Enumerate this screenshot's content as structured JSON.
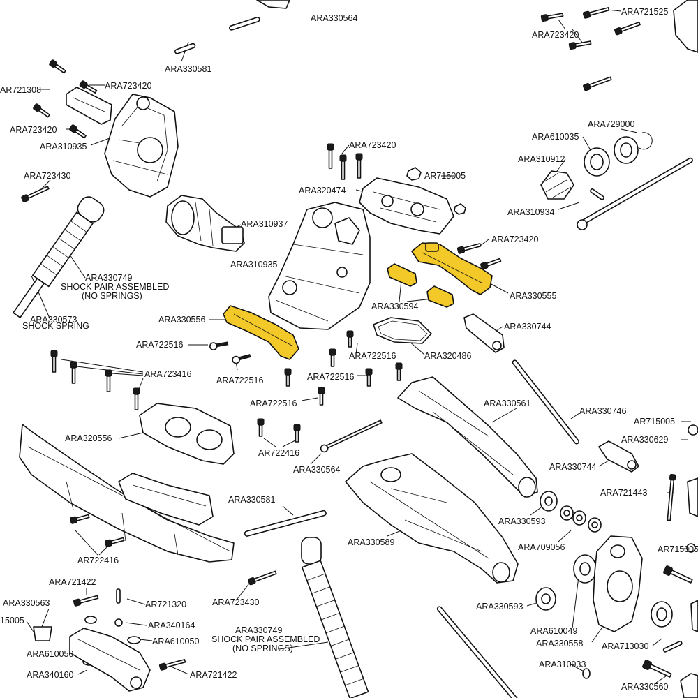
{
  "colors": {
    "highlight": "#f3c92a",
    "ink": "#111111"
  },
  "labels": [
    {
      "id": "l1",
      "text": "ARA330564"
    },
    {
      "id": "l2",
      "text": "ARA721525"
    },
    {
      "id": "l3",
      "text": "ARA723420"
    },
    {
      "id": "l4",
      "text": "ARA330581"
    },
    {
      "id": "l5",
      "text": "AR721308"
    },
    {
      "id": "l6",
      "text": "ARA723420"
    },
    {
      "id": "l7",
      "text": "ARA723420"
    },
    {
      "id": "l8",
      "text": "ARA310935"
    },
    {
      "id": "l9",
      "text": "ARA723430"
    },
    {
      "id": "l10",
      "text": "ARA723420"
    },
    {
      "id": "l11",
      "text": "ARA729000"
    },
    {
      "id": "l12",
      "text": "ARA610035"
    },
    {
      "id": "l13",
      "text": "ARA310912"
    },
    {
      "id": "l14",
      "text": "AR715005"
    },
    {
      "id": "l15",
      "text": "ARA320474"
    },
    {
      "id": "l16",
      "text": "ARA310934"
    },
    {
      "id": "l17",
      "text": "ARA310937"
    },
    {
      "id": "l18",
      "text": "ARA723420"
    },
    {
      "id": "l19",
      "text": "ARA310935"
    },
    {
      "id": "l20",
      "text": "ARA330749"
    },
    {
      "id": "l21",
      "text": "SHOCK PAIR ASSEMBLED"
    },
    {
      "id": "l22",
      "text": "(NO SPRINGS)"
    },
    {
      "id": "l23",
      "text": "ARA330555"
    },
    {
      "id": "l24",
      "text": "ARA330594"
    },
    {
      "id": "l25",
      "text": "ARA330573"
    },
    {
      "id": "l26",
      "text": "SHOCK SPRING"
    },
    {
      "id": "l27",
      "text": "ARA330556"
    },
    {
      "id": "l28",
      "text": "ARA330744"
    },
    {
      "id": "l29",
      "text": "ARA722516"
    },
    {
      "id": "l30",
      "text": "ARA722516"
    },
    {
      "id": "l31",
      "text": "ARA320486"
    },
    {
      "id": "l32",
      "text": "ARA723416"
    },
    {
      "id": "l33",
      "text": "ARA722516"
    },
    {
      "id": "l34",
      "text": "ARA722516"
    },
    {
      "id": "l35",
      "text": "ARA722516"
    },
    {
      "id": "l36",
      "text": "ARA330561"
    },
    {
      "id": "l37",
      "text": "ARA330746"
    },
    {
      "id": "l38",
      "text": "AR715005"
    },
    {
      "id": "l39",
      "text": "ARA320556"
    },
    {
      "id": "l40",
      "text": "ARA330629"
    },
    {
      "id": "l41",
      "text": "AR722416"
    },
    {
      "id": "l42",
      "text": "ARA330744"
    },
    {
      "id": "l43",
      "text": "ARA330564"
    },
    {
      "id": "l44",
      "text": "ARA721443"
    },
    {
      "id": "l45",
      "text": "ARA330581"
    },
    {
      "id": "l46",
      "text": "ARA330593"
    },
    {
      "id": "l47",
      "text": "ARA330589"
    },
    {
      "id": "l48",
      "text": "ARA709056"
    },
    {
      "id": "l49",
      "text": "AR715005"
    },
    {
      "id": "l50",
      "text": "AR722416"
    },
    {
      "id": "l51",
      "text": "ARA721422"
    },
    {
      "id": "l52",
      "text": "AR721320"
    },
    {
      "id": "l53",
      "text": "ARA723430"
    },
    {
      "id": "l54",
      "text": "ARA330593"
    },
    {
      "id": "l55",
      "text": "ARA330563"
    },
    {
      "id": "l56",
      "text": "ARA340164"
    },
    {
      "id": "l57",
      "text": "ARA610049"
    },
    {
      "id": "l58",
      "text": "ARA330749"
    },
    {
      "id": "l59",
      "text": "SHOCK PAIR ASSEMBLED"
    },
    {
      "id": "l60",
      "text": "(NO SPRINGS)"
    },
    {
      "id": "l61",
      "text": "ARA330558"
    },
    {
      "id": "l62",
      "text": "15005"
    },
    {
      "id": "l63",
      "text": "ARA610050"
    },
    {
      "id": "l64",
      "text": "ARA610050"
    },
    {
      "id": "l65",
      "text": "ARA713030"
    },
    {
      "id": "l66",
      "text": "ARA340160"
    },
    {
      "id": "l67",
      "text": "ARA721422"
    },
    {
      "id": "l68",
      "text": "ARA310933"
    },
    {
      "id": "l69",
      "text": "ARA330560"
    }
  ]
}
